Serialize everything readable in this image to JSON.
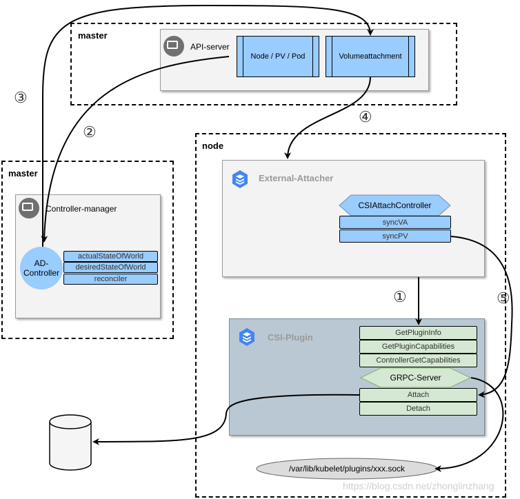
{
  "colors": {
    "process_fill": "#99ccff",
    "method_fill": "#d5e8d4",
    "plugin_panel_fill": "#bac8d3",
    "panel_fill": "#f3f3f3",
    "hex_blue_icon": "#4285f4",
    "disk_fill": "#f5f5f5",
    "socket_fill": "#dcdcdc"
  },
  "regions": {
    "master_top": "master",
    "master_left": "master",
    "node": "node"
  },
  "api_server": {
    "icon": "monitor-icon",
    "title": "API-server",
    "resources": [
      "Node / PV / Pod",
      "Volumeattachment"
    ]
  },
  "controller_manager": {
    "icon": "monitor-icon",
    "title": "Controller-manager",
    "ad_controller": "AD-\nController",
    "components": [
      "actualStateOfWorld",
      "desiredStateOfWorld",
      "reconciler"
    ]
  },
  "external_attacher": {
    "icon": "kubernetes-hex-icon",
    "title": "External-Attacher",
    "controller": "CSIAttachController",
    "methods": [
      "syncVA",
      "syncPV"
    ]
  },
  "csi_plugin": {
    "icon": "kubernetes-hex-icon",
    "title": "CSI-Plugin",
    "methods": [
      "GetPluginInfo",
      "GetPluginCapabilities",
      "ControllerGetCapabilities"
    ],
    "server": "GRPC-Server",
    "ops": [
      "Attach",
      "Detach"
    ]
  },
  "socket": "/var/lib/kubelet/plugins/xxx.sock",
  "steps": [
    "①",
    "②",
    "③",
    "④",
    "⑤"
  ],
  "watermark": "https://blog.csdn.net/zhonglinzhang"
}
